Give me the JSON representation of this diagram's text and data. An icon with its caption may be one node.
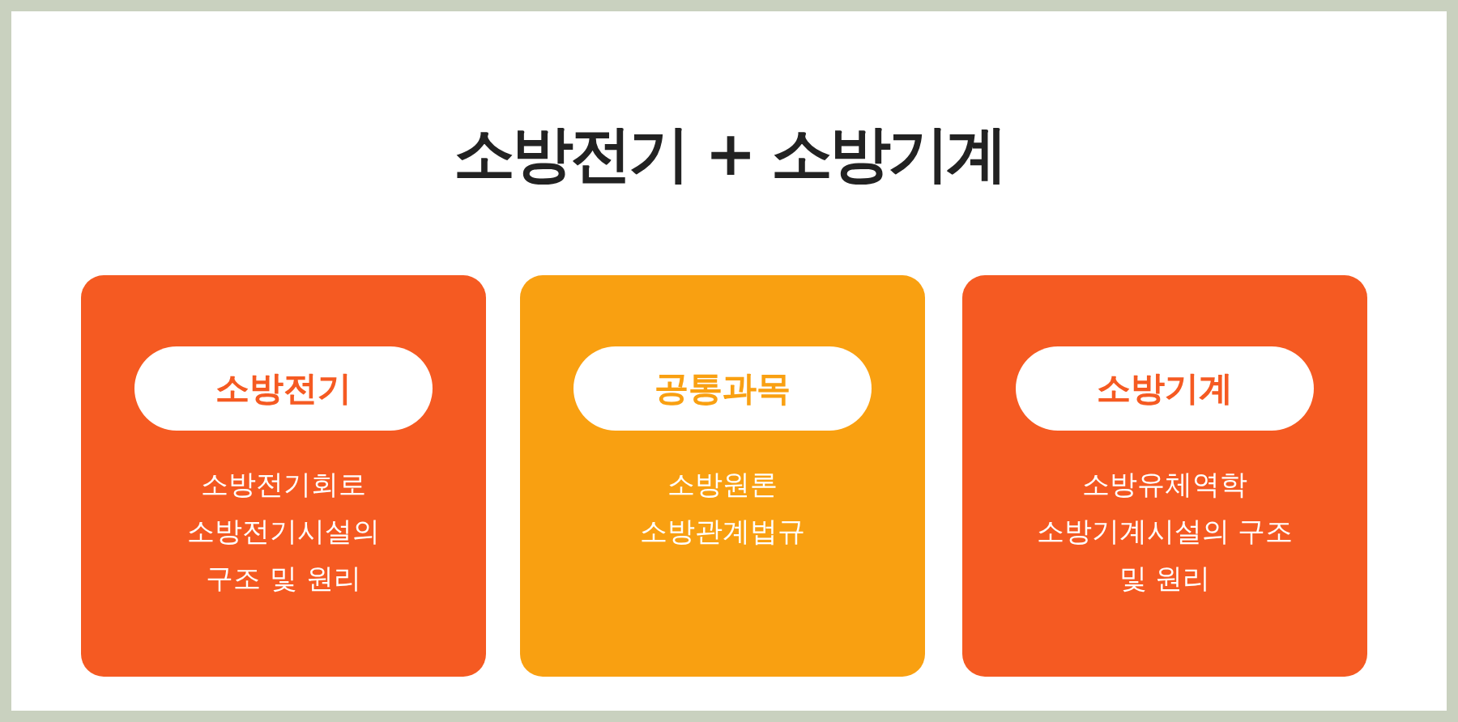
{
  "diagram": {
    "title": "소방전기 + 소방기계",
    "nodes": [
      {
        "text": [
          "소방전기회로 소방전기시설의 구조 및 원리"
        ]
      },
      {
        "text": [
          "소방전기"
        ],
        "in": 0
      },
      {
        "text": [
          "소방원론 소방관계법규"
        ]
      },
      {
        "text": [
          "공통과목"
        ],
        "in": 2
      },
      {
        "text": [
          "소방유체역학 소방기계시설의 구조 및 원리"
        ]
      },
      {
        "text": [
          "소방기계"
        ],
        "in": 4
      }
    ],
    "edges": []
  }
}
